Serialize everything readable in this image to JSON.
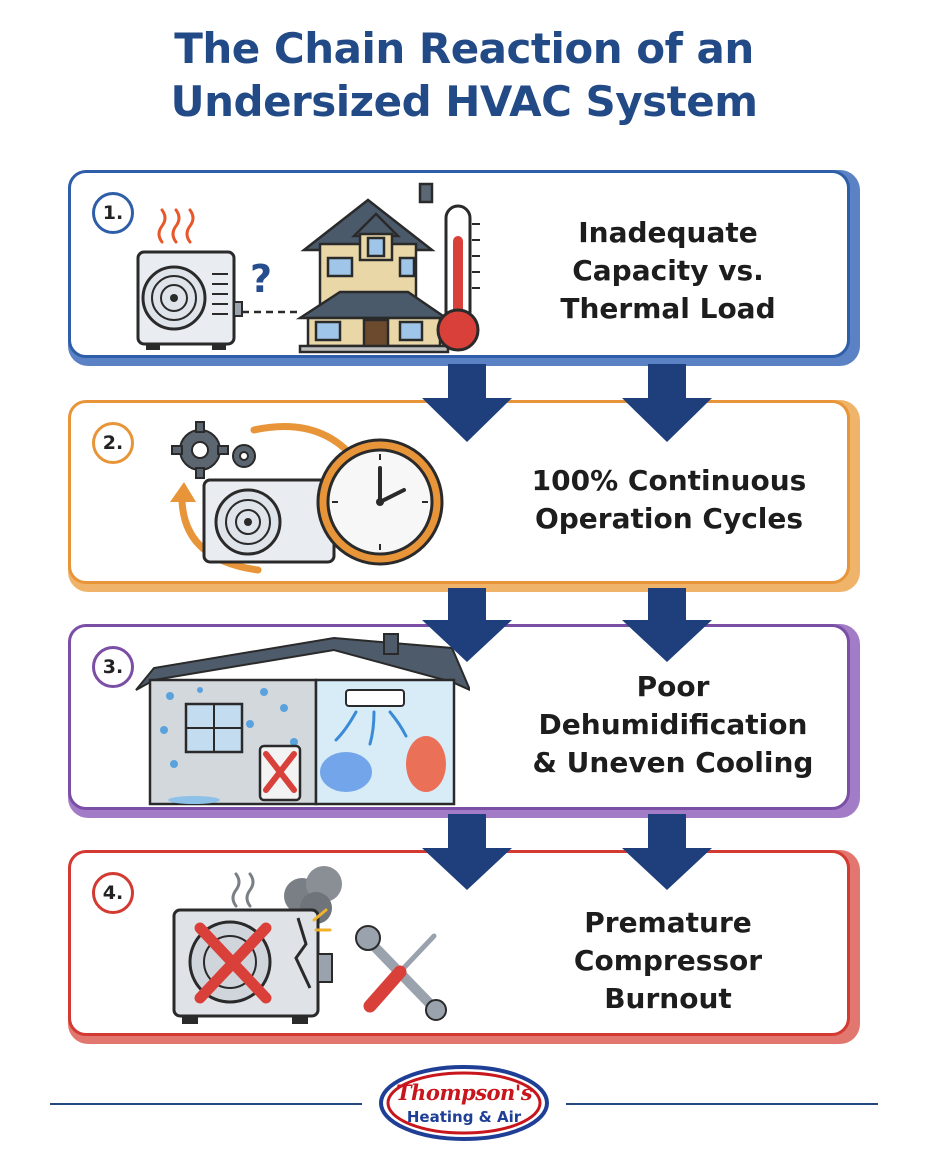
{
  "title": {
    "line1": "The Chain Reaction of an",
    "line2": "Undersized HVAC System"
  },
  "steps": [
    {
      "number": "1.",
      "color": "#2f5ea8",
      "shadow": "#5b82c4",
      "lines": [
        "Inadequate",
        "Capacity vs.",
        "Thermal Load"
      ],
      "icons": [
        "ac-unit-icon",
        "question-mark-icon",
        "house-icon",
        "thermometer-icon"
      ]
    },
    {
      "number": "2.",
      "color": "#e8953a",
      "shadow": "#f0b36a",
      "lines": [
        "100% Continuous",
        "Operation Cycles"
      ],
      "icons": [
        "gears-icon",
        "cycle-arrows-icon",
        "ac-unit-icon",
        "clock-icon"
      ]
    },
    {
      "number": "3.",
      "color": "#7b4fa6",
      "shadow": "#a27cc6",
      "lines": [
        "Poor",
        "Dehumidification",
        "& Uneven Cooling"
      ],
      "icons": [
        "humid-room-icon",
        "failed-dehumidifier-icon",
        "air-conditioner-icon",
        "uneven-temperature-icon"
      ]
    },
    {
      "number": "4.",
      "color": "#d23a32",
      "shadow": "#e27770",
      "lines": [
        "Premature",
        "Compressor",
        "Burnout"
      ],
      "icons": [
        "broken-compressor-icon",
        "smoke-icon",
        "wrench-screwdriver-icon"
      ]
    }
  ],
  "logo": {
    "line1": "Thompson's",
    "line2": "Heating & Air"
  },
  "colors": {
    "title": "#224a86",
    "arrow": "#1e3f7c",
    "divider": "#23477f"
  }
}
